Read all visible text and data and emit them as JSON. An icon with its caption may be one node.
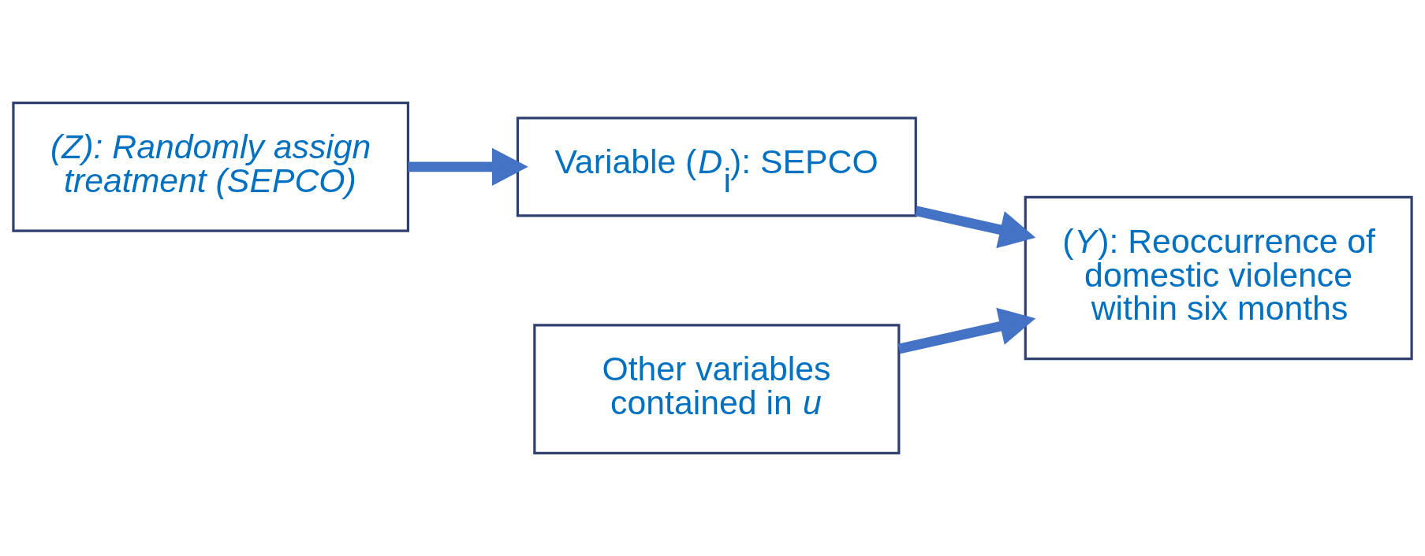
{
  "diagram": {
    "nodes": [
      {
        "text": [
          "(Z): Randomly assign treatment (SEPCO)"
        ]
      },
      {
        "text": [
          "Variable (*D*$_{i}$): SEPCO"
        ]
      },
      {
        "text": [
          "(*Y*): Reoccurrence of domestic violence within six months"
        ]
      },
      {
        "text": [
          "Other variables contained in *u*"
        ]
      }
    ],
    "edges": [
      {
        "from": 0,
        "to": 1,
        "arrow": "to"
      },
      {
        "from": 1,
        "to": 2,
        "arrow": "to"
      },
      {
        "from": 3,
        "to": 2,
        "arrow": "to"
      }
    ]
  }
}
